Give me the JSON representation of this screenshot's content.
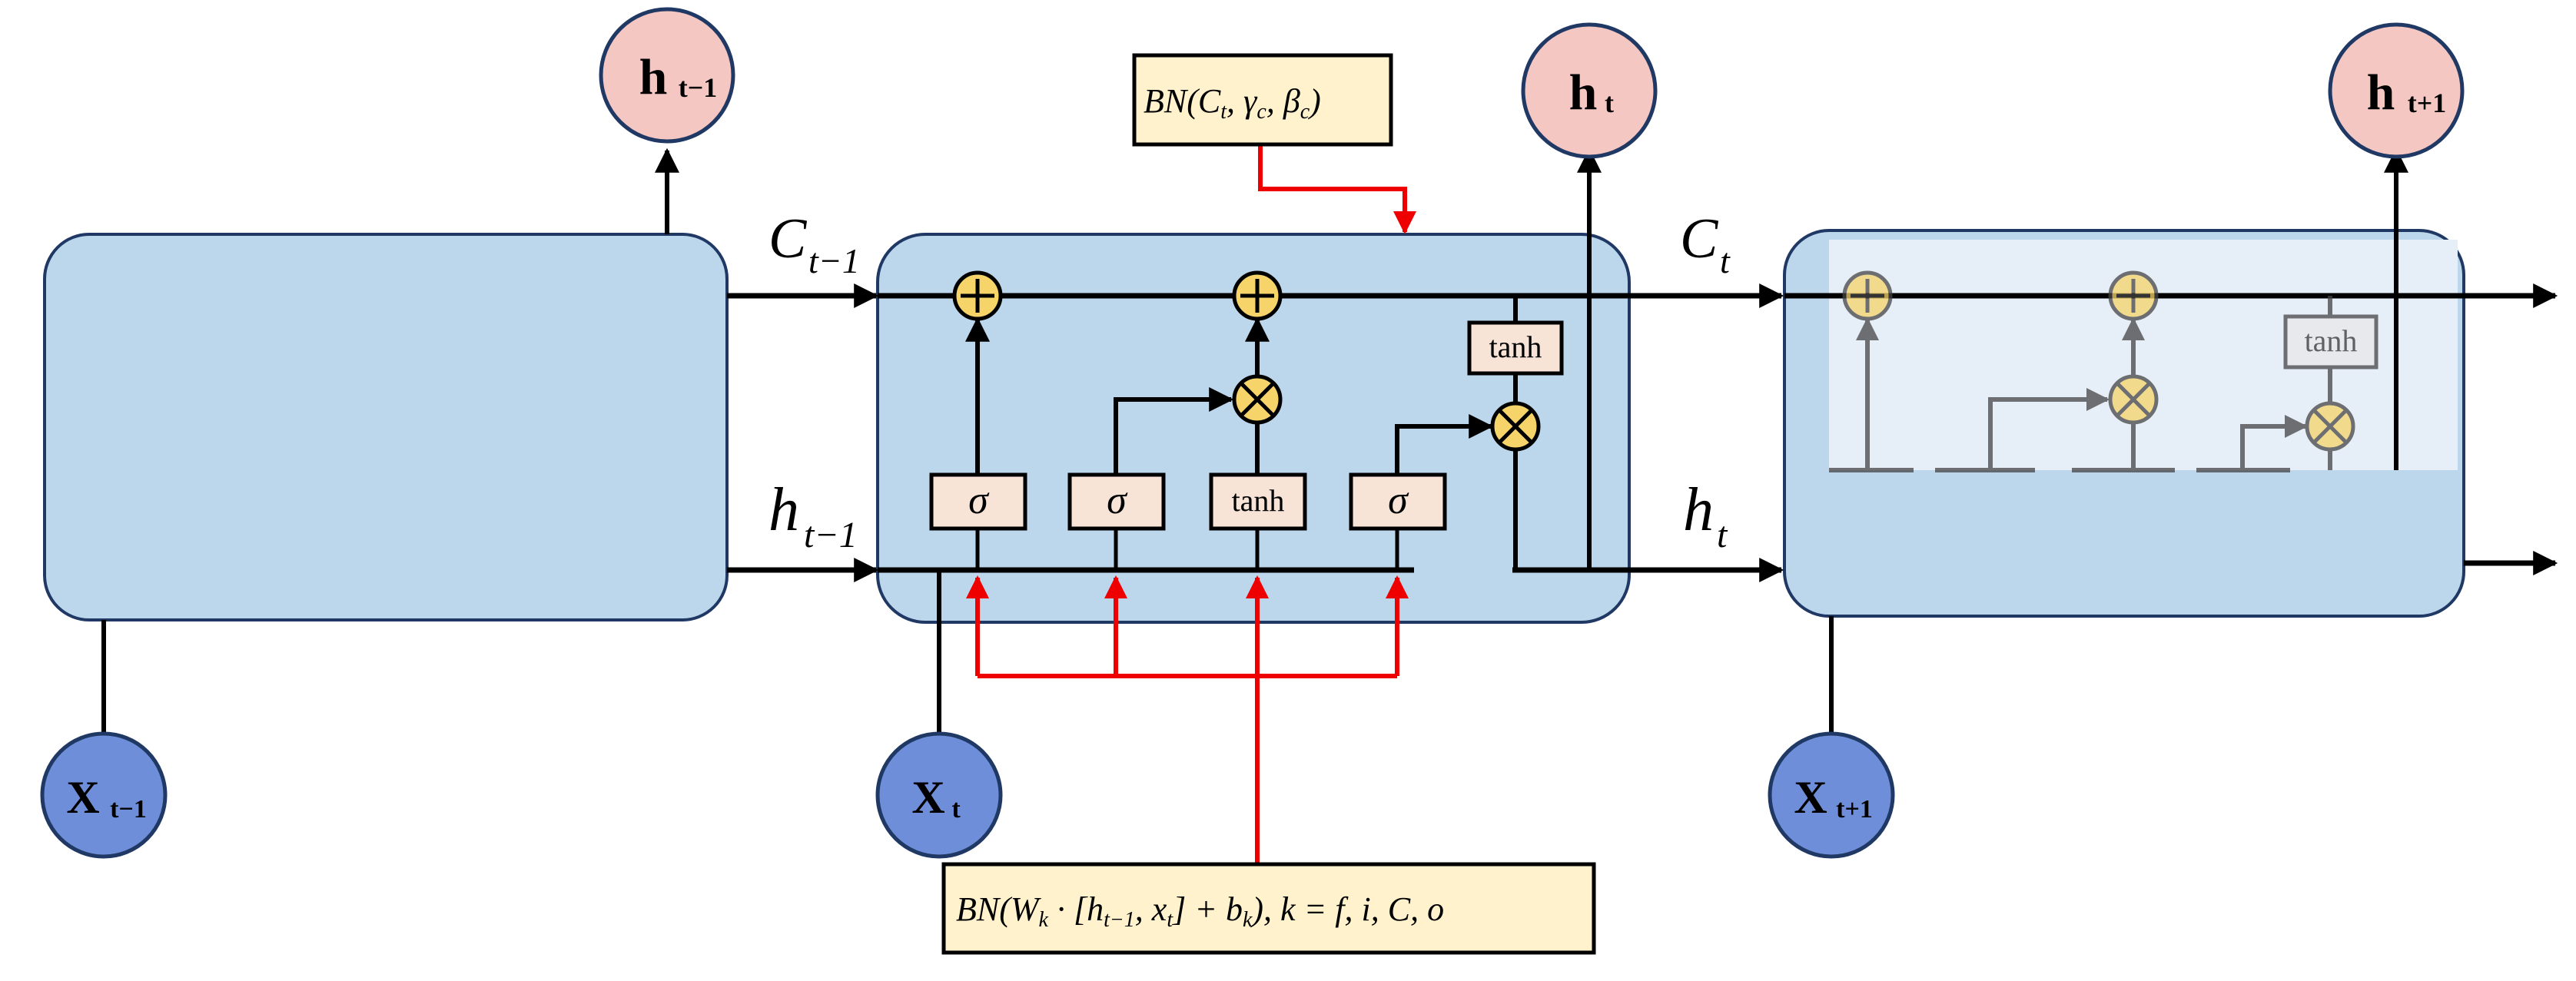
{
  "hidden_nodes": {
    "prev": "h",
    "prev_sub": "t−1",
    "cur": "h",
    "cur_sub": "t",
    "next": "h",
    "next_sub": "t+1"
  },
  "input_nodes": {
    "prev": "X",
    "prev_sub": "t−1",
    "cur": "X",
    "cur_sub": "t",
    "next": "X",
    "next_sub": "t+1"
  },
  "cell_labels": {
    "c_prev": "C",
    "c_prev_sub": "t−1",
    "c_cur": "C",
    "c_cur_sub": "t",
    "h_prev": "h",
    "h_prev_sub": "t−1",
    "h_cur": "h",
    "h_cur_sub": "t"
  },
  "gates": {
    "sigma": "σ",
    "tanh": "tanh",
    "plus": "⊕",
    "times": "⊗"
  },
  "bn_top": {
    "pre": "BN(",
    "C": "C",
    "C_sub": "t",
    "sep1": ", ",
    "gamma": "γ",
    "gamma_sub": "c",
    "sep2": ", ",
    "beta": "β",
    "beta_sub": "c",
    "post": ")"
  },
  "bn_bottom": {
    "pre": "BN(",
    "W": "W",
    "W_sub": "k",
    "dot": " · [",
    "h": "h",
    "h_sub": "t−1",
    "comma": ", ",
    "x": "x",
    "x_sub": "t",
    "plus": "] + ",
    "b": "b",
    "b_sub": "k",
    "post": "), ",
    "k": "k",
    "eq": " = ",
    "list": "f, i, C, o"
  },
  "colors": {
    "cell_fill": "#bcd6ec",
    "cell_stroke": "#1f3864",
    "h_node": "#f4c7c3",
    "x_node": "#6f8ed9",
    "gate_fill": "#f7e4d6",
    "op_fill": "#f7d46a",
    "box_fill": "#fff2cc",
    "red": "#ee0000"
  }
}
